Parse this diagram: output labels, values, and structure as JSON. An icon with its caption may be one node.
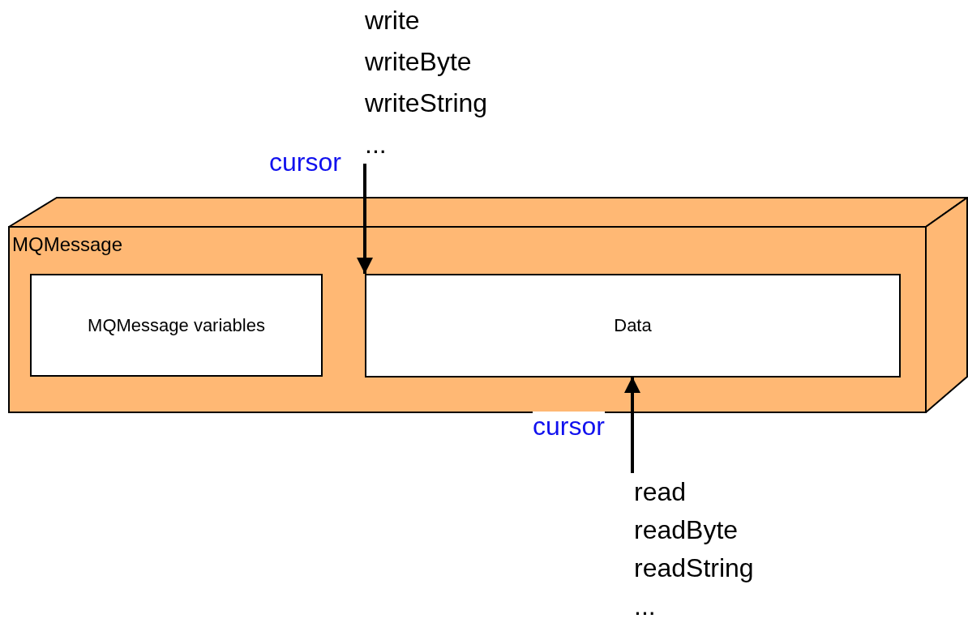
{
  "diagram": {
    "nodes": [
      {
        "text": [
          "MQMessage"
        ]
      },
      {
        "text": [
          "MQMessage variables"
        ],
        "in": 0
      },
      {
        "text": [
          "Data"
        ],
        "in": 0
      },
      {
        "text": [
          "write writeByte writeString ..."
        ]
      },
      {
        "text": [
          "read readByte readString ..."
        ]
      }
    ],
    "edges": [
      {
        "from": 3,
        "to": 2,
        "arrow": "to",
        "label": "cursor"
      },
      {
        "from": 4,
        "to": 2,
        "arrow": "to",
        "label": "cursor"
      }
    ]
  }
}
